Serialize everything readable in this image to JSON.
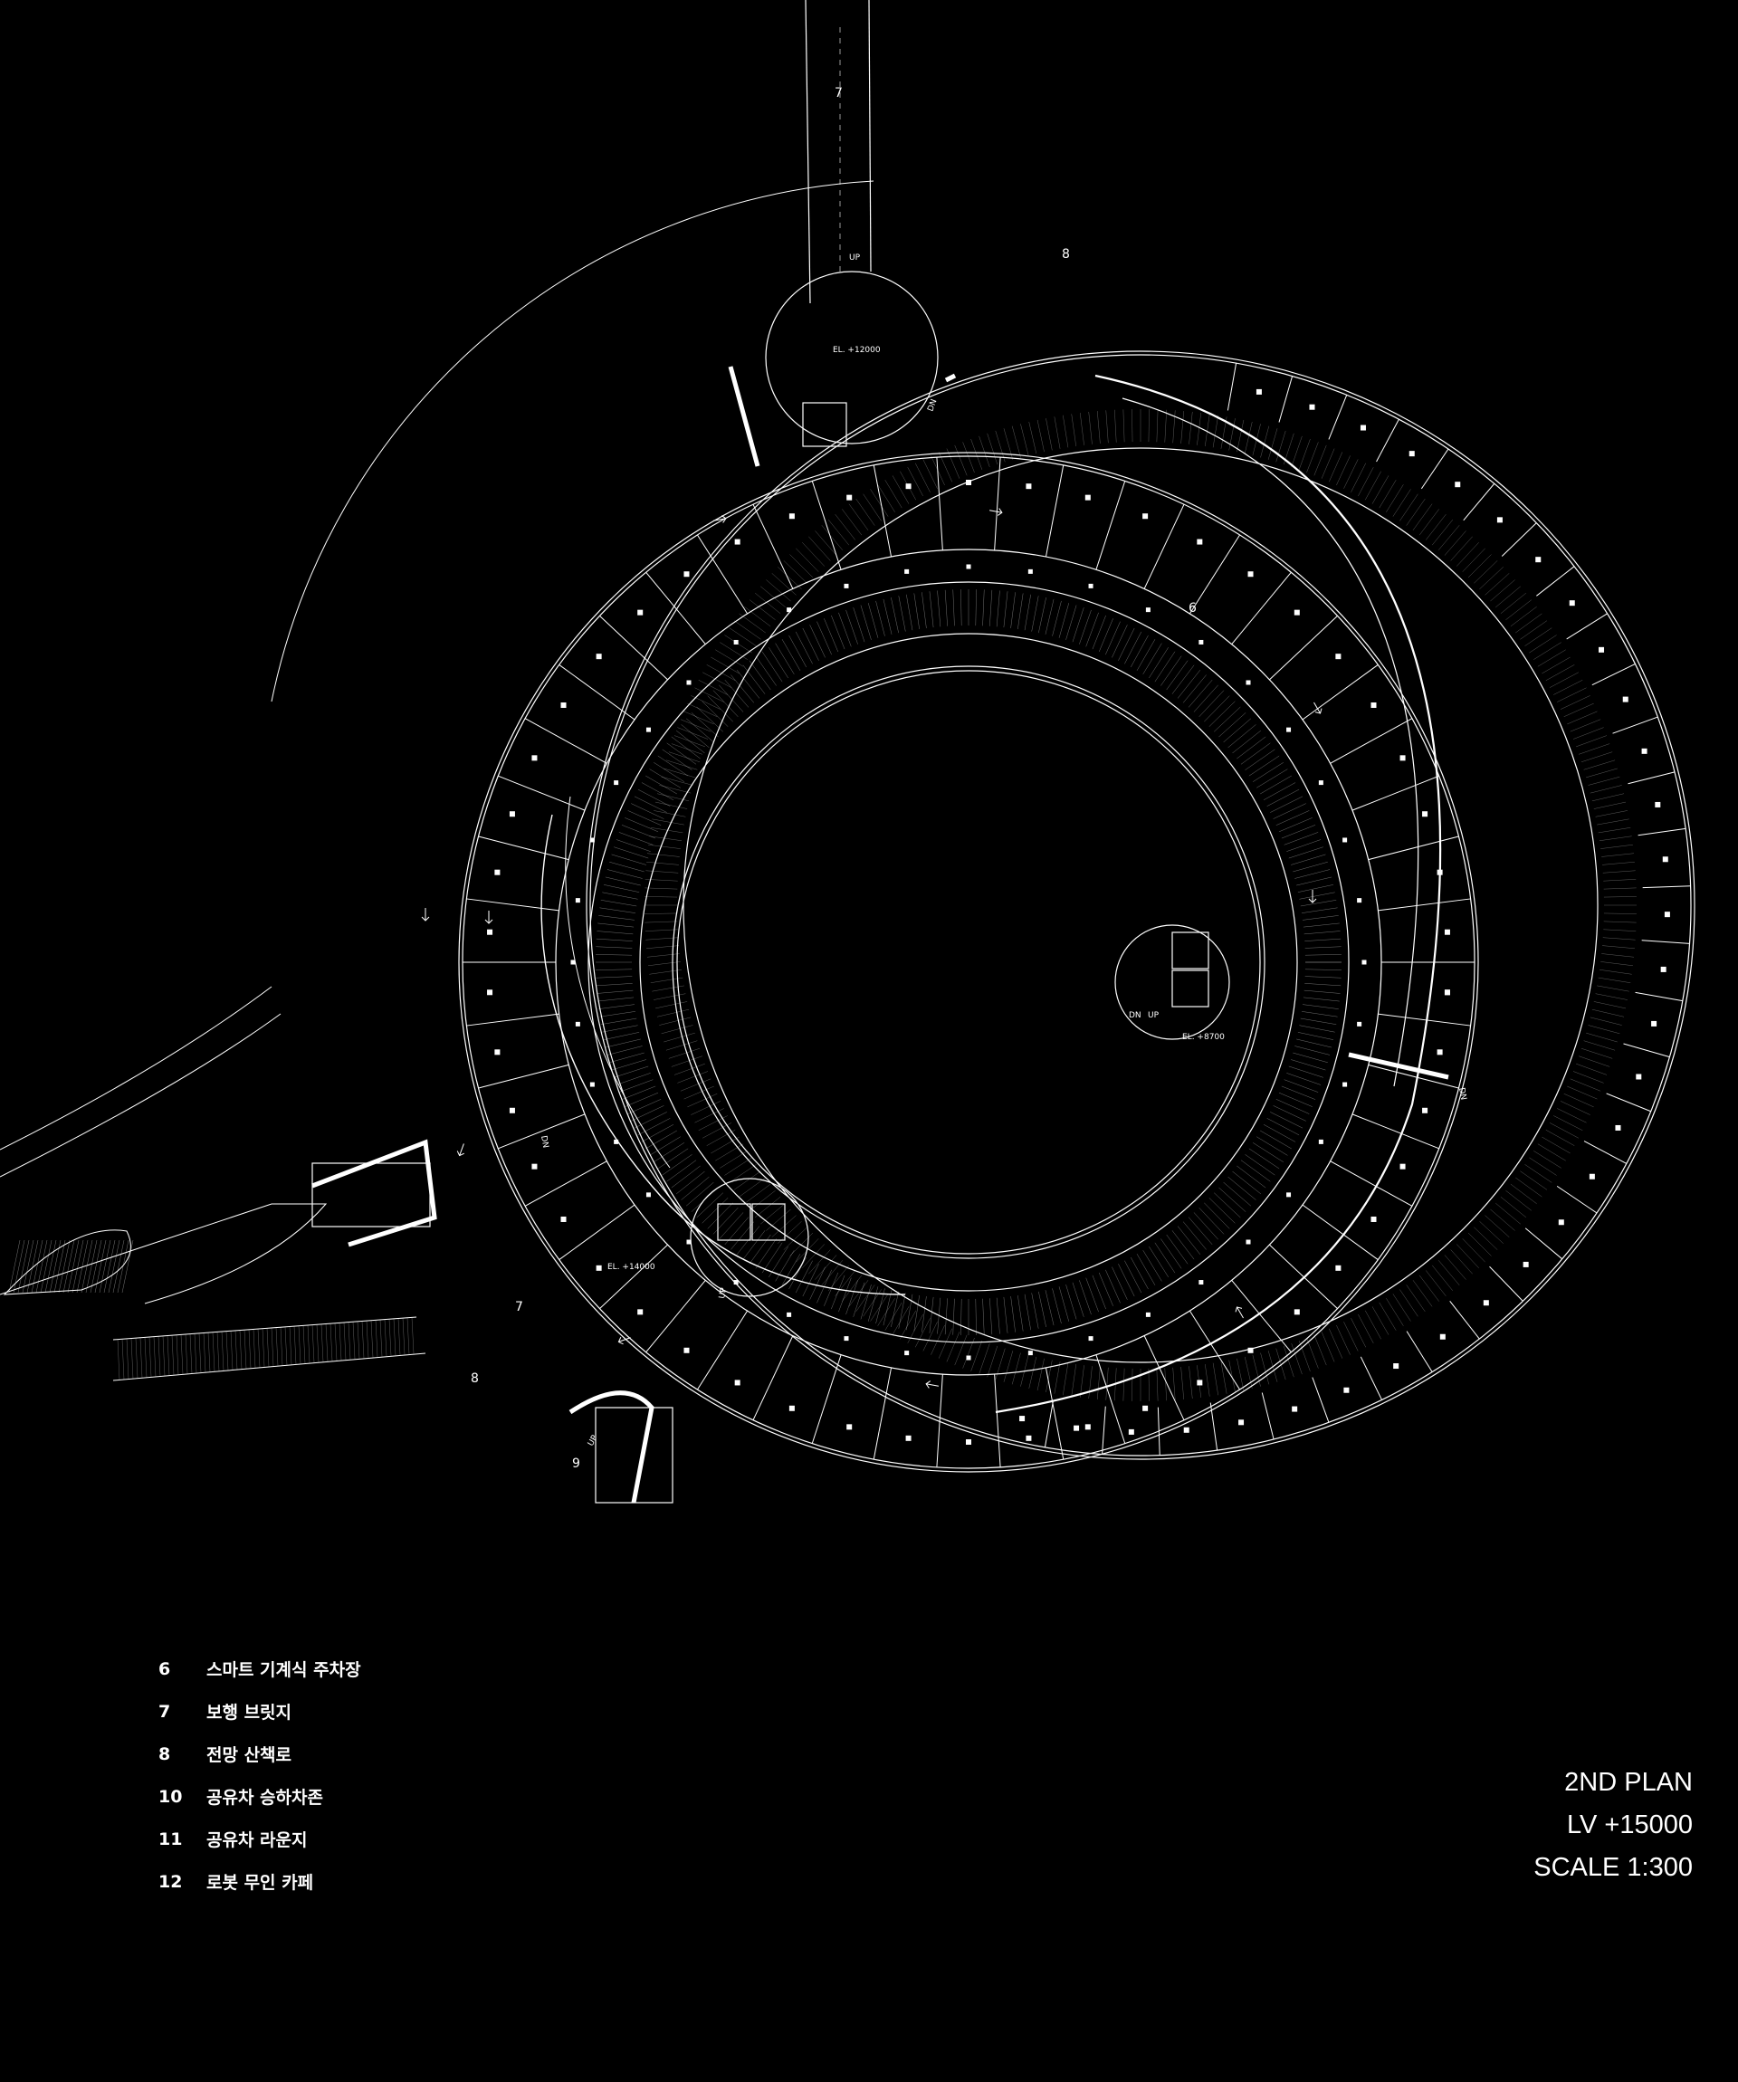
{
  "plan_labels": {
    "bridge_top": "7",
    "promenade_top": "8",
    "parking_zone": "6",
    "bridge_bottom": "7",
    "promenade_bottom": "8",
    "zone_9": "9",
    "up_top": "UP",
    "el_top": "EL. +12000",
    "dn_top": "DN",
    "up_core": "UP",
    "dn_core": "DN",
    "el_core": "EL. +8700",
    "dn_right": "DN",
    "dn_ramp": "DN",
    "el_bottom": "EL. +14000",
    "up_bottom": "UP",
    "up_lower": "UP"
  },
  "legend": [
    {
      "num": "6",
      "text": "스마트 기계식 주차장"
    },
    {
      "num": "7",
      "text": "보행 브릿지"
    },
    {
      "num": "8",
      "text": "전망 산책로"
    },
    {
      "num": "10",
      "text": "공유차 승하차존"
    },
    {
      "num": "11",
      "text": "공유차 라운지"
    },
    {
      "num": "12",
      "text": "로봇 무인 카페"
    }
  ],
  "title": {
    "plan_name": "2ND PLAN",
    "level": "LV +15000",
    "scale": "SCALE 1:300"
  }
}
